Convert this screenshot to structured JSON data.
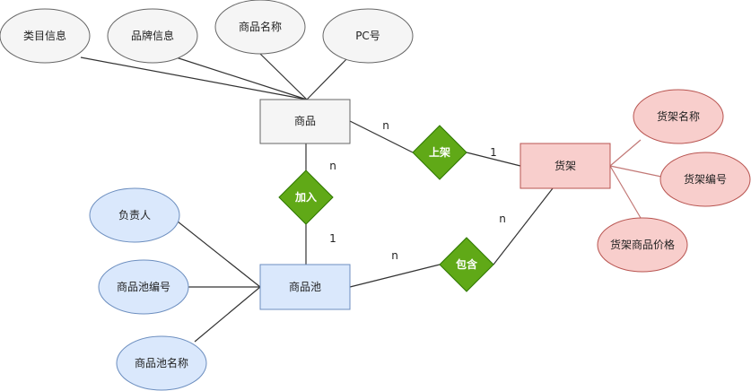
{
  "entities": {
    "product": "商品",
    "shelf": "货架",
    "pool": "商品池"
  },
  "attributes": {
    "category_info": "类目信息",
    "brand_info": "品牌信息",
    "product_name": "商品名称",
    "pc_number": "PC号",
    "shelf_name": "货架名称",
    "shelf_number": "货架编号",
    "shelf_product_price": "货架商品价格",
    "owner": "负责人",
    "pool_number": "商品池编号",
    "pool_name": "商品池名称"
  },
  "relationships": {
    "list_on_shelf": "上架",
    "join": "加入",
    "contain": "包含"
  },
  "cardinalities": {
    "product_shelf_left": "n",
    "product_shelf_right": "1",
    "product_join": "n",
    "join_pool": "1",
    "pool_contain": "n",
    "contain_shelf": "n"
  },
  "colors": {
    "gray_fill": "#f5f5f5",
    "blue_fill": "#dae8fc",
    "red_fill": "#f8cecc",
    "relationship_fill": "#60a917"
  }
}
